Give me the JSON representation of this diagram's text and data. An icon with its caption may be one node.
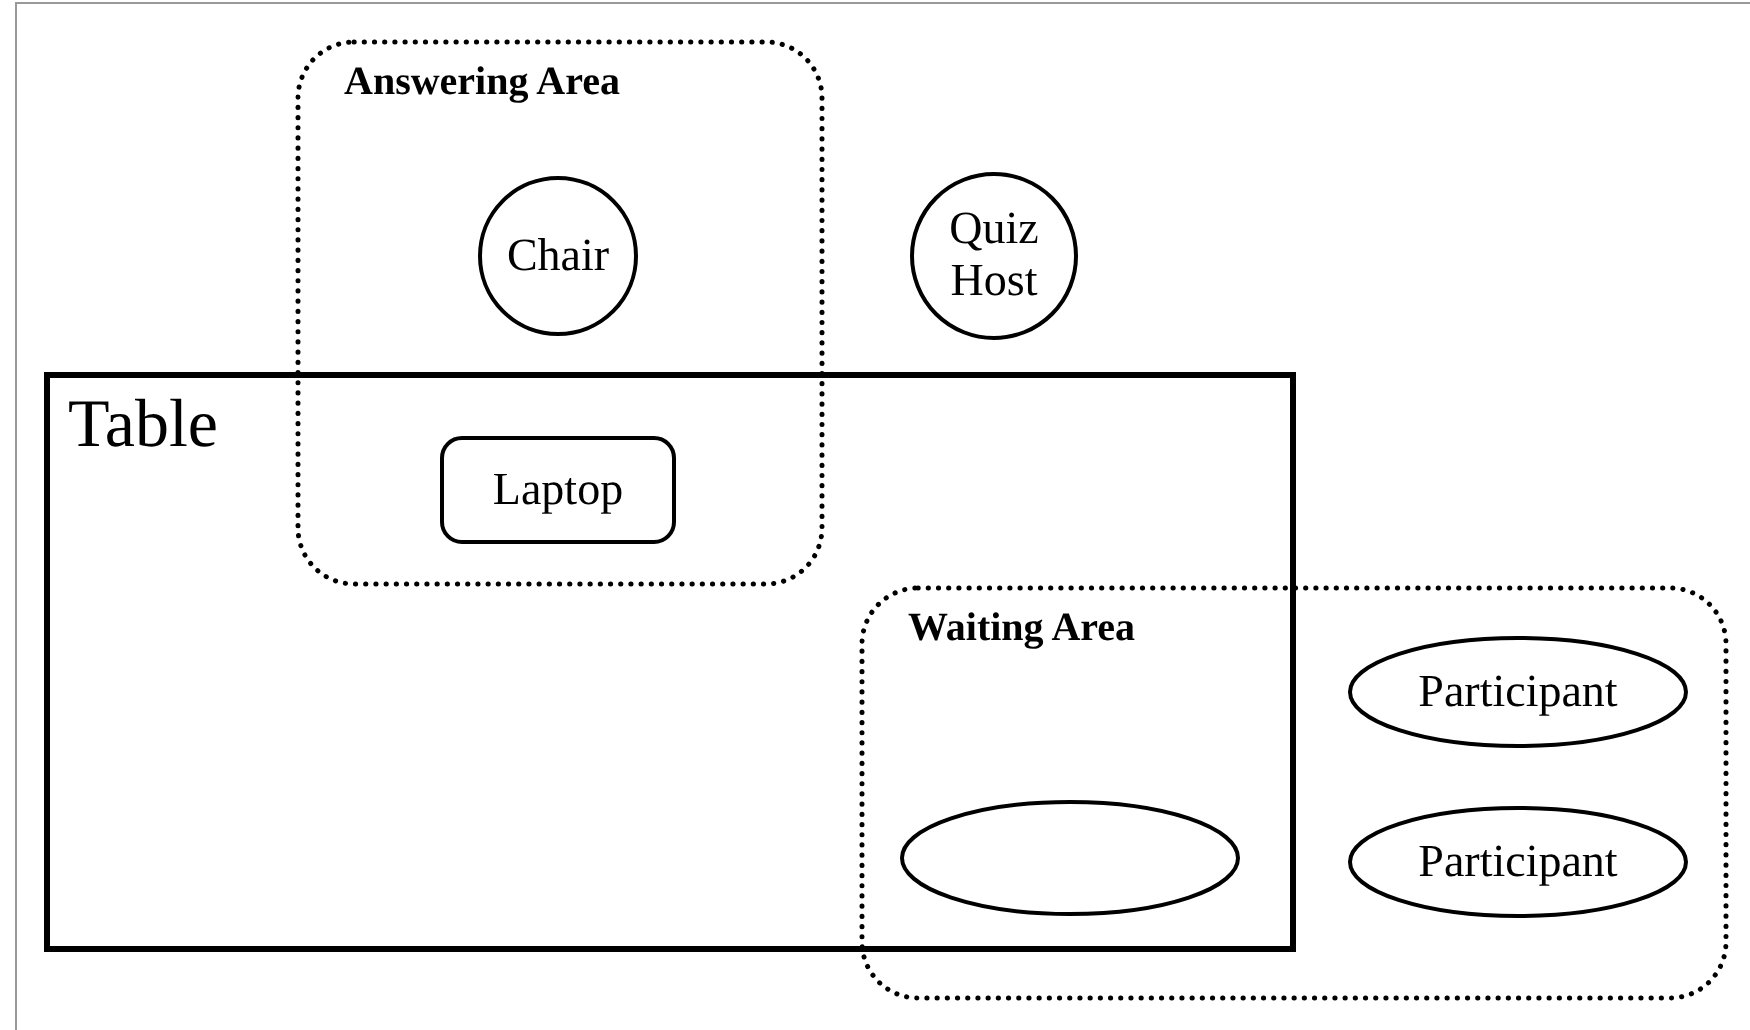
{
  "diagram": {
    "nodes": [
      {
        "text": [
          "Answering Area"
        ]
      },
      {
        "text": [
          "Chair"
        ],
        "in": 0
      },
      {
        "text": [
          "Quiz Host"
        ]
      },
      {
        "text": [
          "Table"
        ]
      },
      {
        "text": [
          "Laptop"
        ]
      },
      {
        "text": [
          "Waiting Area"
        ]
      },
      {
        "text": [
          "Participant"
        ],
        "in": 5
      },
      {
        "text": [],
        "shape": "ellipse"
      },
      {
        "text": [
          "Participant"
        ],
        "in": 5
      }
    ]
  }
}
